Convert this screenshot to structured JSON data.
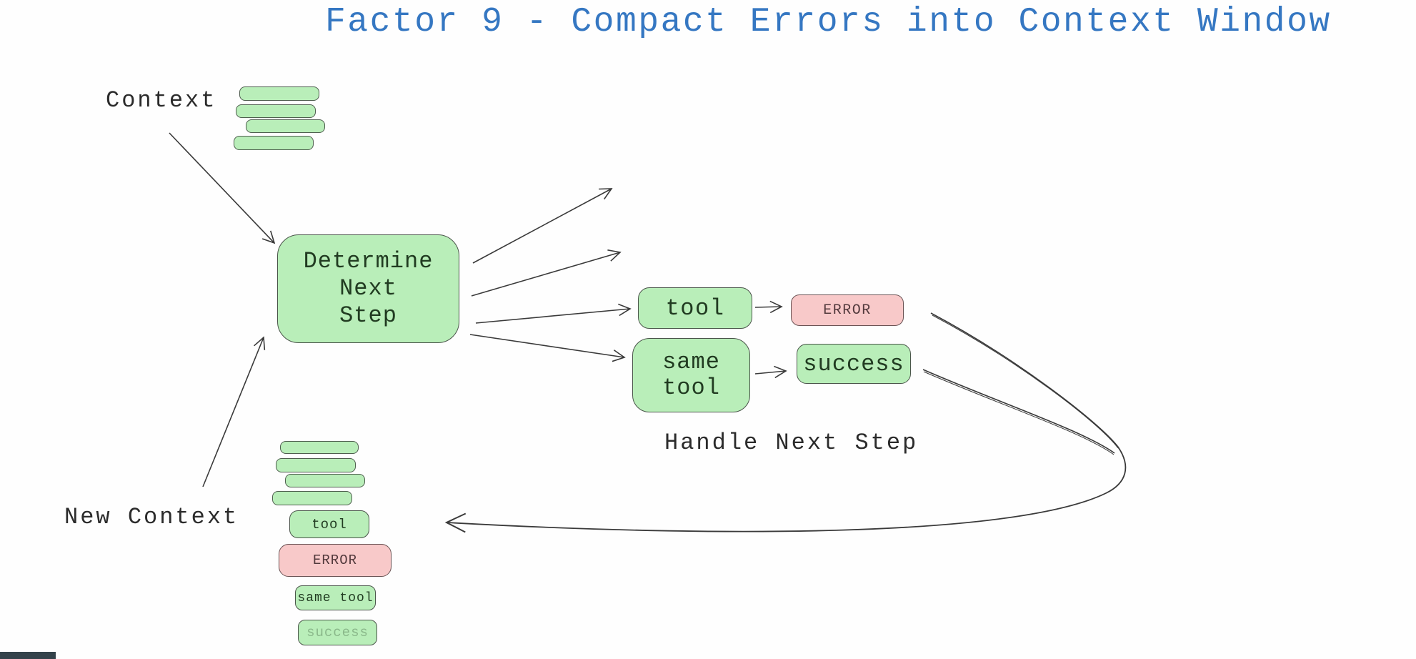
{
  "title": {
    "text": "Factor 9 - Compact Errors into Context Window"
  },
  "labels": {
    "context": "Context",
    "new_context": "New Context",
    "handle_next_step": "Handle Next Step"
  },
  "determine_box": {
    "line1": "Determine",
    "line2": "Next",
    "line3": "Step"
  },
  "flow": {
    "tool": "tool",
    "error": "ERROR",
    "same_tool_line1": "same",
    "same_tool_line2": "tool",
    "success": "success"
  },
  "new_context_stack": {
    "chips": [
      {
        "label": "tool"
      },
      {
        "label": "ERROR"
      },
      {
        "label": "same tool"
      },
      {
        "label": "success"
      }
    ]
  },
  "colors": {
    "title_blue": "#3577c2",
    "box_green": "#b9eeb9",
    "box_pink": "#f8c9c9",
    "arrow": "#3a3a3a",
    "green_text": "#213b21",
    "error_text": "#533a3d",
    "success_muted_text": "#8ab88a"
  }
}
